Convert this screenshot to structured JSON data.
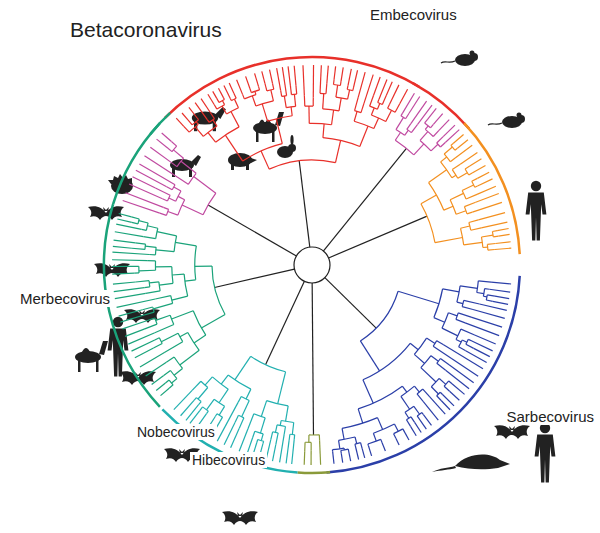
{
  "diagram": {
    "title": "Betacoronavirus",
    "labels": [
      "Embecovirus",
      "Merbecovirus",
      "Sarbecovirus",
      "Nobecovirus",
      "Hibecovirus"
    ]
  }
}
